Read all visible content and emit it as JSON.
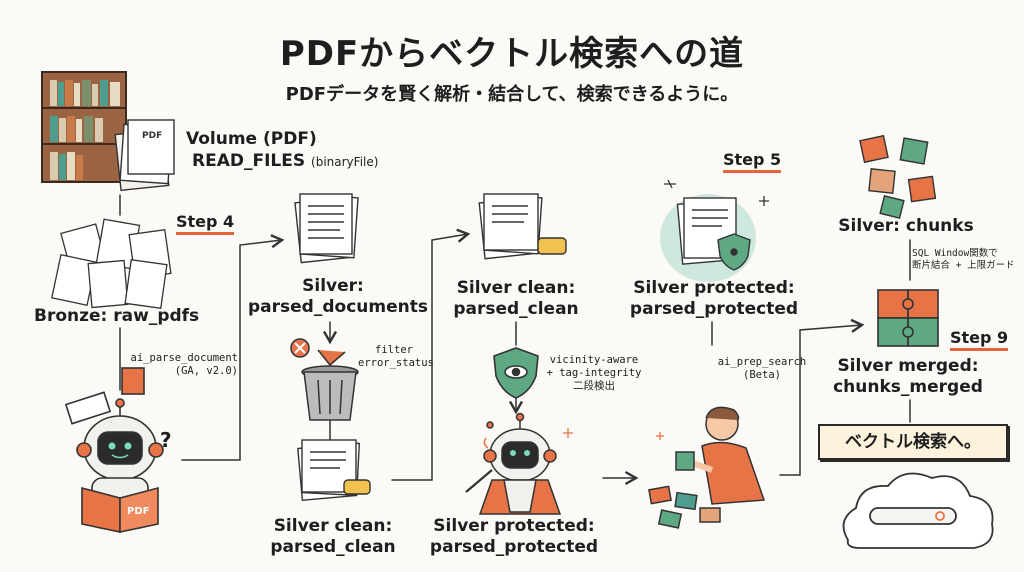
{
  "title": "PDFからベクトル検索への道",
  "subtitle": "PDFデータを賢く解析・結合して、検索できるように。",
  "volume": {
    "title": "Volume (PDF)",
    "read": "READ_FILES",
    "read_sub": "(binaryFile)"
  },
  "bronze": {
    "label": "Bronze: raw_pdfs",
    "pdf_text": "PDF"
  },
  "parse_func": {
    "line1": "ai_parse_document",
    "line2": "(GA, v2.0)"
  },
  "steps": {
    "step4": "Step 4",
    "step5": "Step 5",
    "step9": "Step 9"
  },
  "silver_parsed": {
    "line1": "Silver:",
    "line2": "parsed_documents"
  },
  "filter": {
    "line1": "filter",
    "line2": "error_status"
  },
  "silver_clean_bottom": {
    "line1": "Silver clean:",
    "line2": "parsed_clean"
  },
  "silver_clean_top": {
    "line1": "Silver clean:",
    "line2": "parsed_clean"
  },
  "vicinity": {
    "line1": "vicinity-aware",
    "line2": "+ tag-integrity",
    "line3": "二段検出"
  },
  "silver_protected_bottom": {
    "line1": "Silver protected:",
    "line2": "parsed_protected"
  },
  "silver_protected_top": {
    "line1": "Silver protected:",
    "line2": "parsed_protected"
  },
  "prep_search": {
    "line1": "ai_prep_search",
    "line2": "(Beta)"
  },
  "chunks": {
    "label": "Silver: chunks"
  },
  "sql_window": {
    "line1": "SQL Window関数で",
    "line2": "断片結合 + 上限ガード"
  },
  "merged": {
    "line1": "Silver merged:",
    "line2": "chunks_merged"
  },
  "final": "ベクトル検索へ。",
  "question_mark": "?",
  "colors": {
    "accent": "#e0663a",
    "green": "#5ea883",
    "teal": "#4e9e8f",
    "orange": "#e67447",
    "brown": "#8b5a3c"
  }
}
